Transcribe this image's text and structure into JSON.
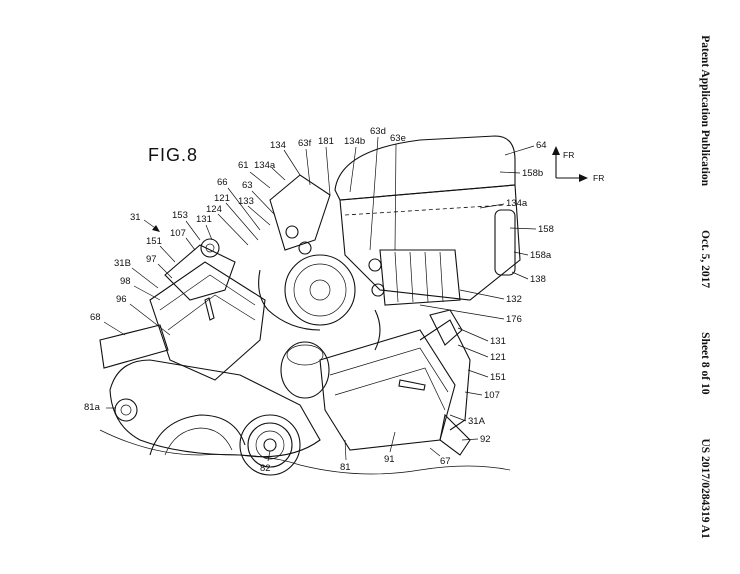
{
  "figure": {
    "title": "FIG.8"
  },
  "header": {
    "publication_type": "Patent Application Publication",
    "date": "Oct. 5, 2017",
    "sheet": "Sheet 8 of 10",
    "publication_number": "US 2017/0284319 A1"
  },
  "directions": {
    "up": "FR",
    "right": "FR"
  },
  "reference_labels": [
    "134",
    "63f",
    "181",
    "134b",
    "63d",
    "63e",
    "64",
    "61",
    "134a",
    "158b",
    "66",
    "63",
    "121",
    "133",
    "124",
    "134a",
    "158",
    "31",
    "153",
    "131",
    "107",
    "151",
    "158a",
    "31B",
    "97",
    "138",
    "98",
    "96",
    "132",
    "68",
    "176",
    "131",
    "121",
    "151",
    "81a",
    "107",
    "31A",
    "92",
    "82",
    "81",
    "91",
    "67"
  ]
}
